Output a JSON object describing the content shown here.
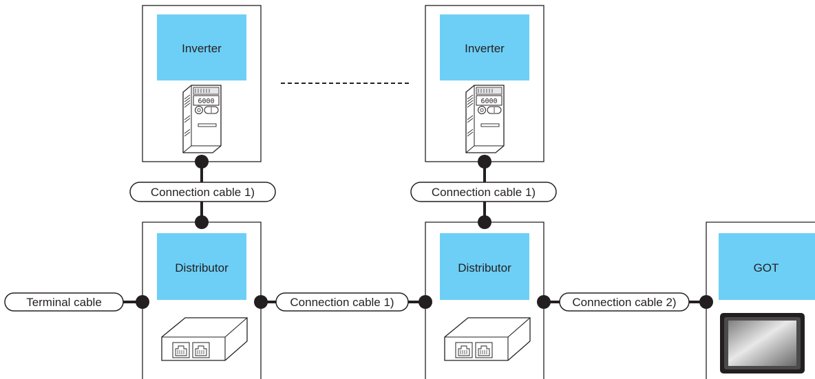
{
  "devices": {
    "inverter_1": {
      "label": "Inverter"
    },
    "inverter_2": {
      "label": "Inverter"
    },
    "distributor_1": {
      "label": "Distributor"
    },
    "distributor_2": {
      "label": "Distributor"
    },
    "got": {
      "label": "GOT"
    }
  },
  "inverter_display": "6000",
  "cables": {
    "inverter_1_link": "Connection cable 1)",
    "inverter_2_link": "Connection cable 1)",
    "terminal": "Terminal cable",
    "distributor_link": "Connection cable 1)",
    "got_link": "Connection cable 2)"
  },
  "colors": {
    "label_fill": "#6dcff6",
    "line": "#231f20"
  }
}
